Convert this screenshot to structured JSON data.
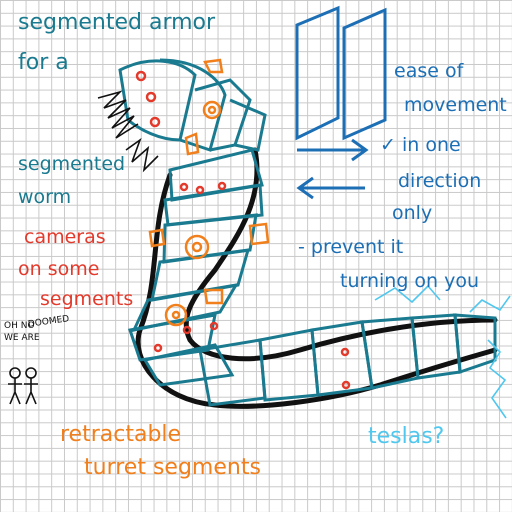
{
  "notes": {
    "armor": [
      "segmented armor",
      "for a"
    ],
    "worm": [
      "segmented",
      "worm"
    ],
    "cameras": [
      "cameras",
      "on some",
      "segments"
    ],
    "doomed": [
      "OH NO",
      "WE ARE",
      "DOOMED"
    ],
    "movement": [
      "ease of",
      "movement",
      "✓ in one",
      "direction",
      "only"
    ],
    "prevent": [
      "- prevent it",
      "turning on you"
    ],
    "turret": [
      "retractable",
      "turret segments"
    ],
    "teslas": "teslas?"
  },
  "colors": {
    "teal": "#1a7a8f",
    "blue": "#1d6fb5",
    "red": "#e33a2c",
    "orange": "#f07f1c",
    "lightblue": "#4fc7ee",
    "ink": "#111111"
  }
}
